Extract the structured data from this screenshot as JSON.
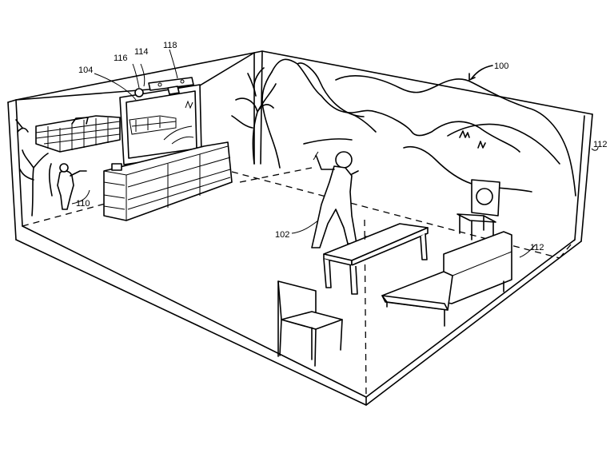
{
  "figure": {
    "reference_labels": {
      "system": "100",
      "user": "102",
      "display": "104",
      "console": "110",
      "room_wall_right": "112",
      "room_couch": "112",
      "display_top_left": "116",
      "display_top_mid": "114",
      "sensor_device": "118"
    },
    "colors": {
      "line": "#000000",
      "background": "#ffffff"
    }
  }
}
